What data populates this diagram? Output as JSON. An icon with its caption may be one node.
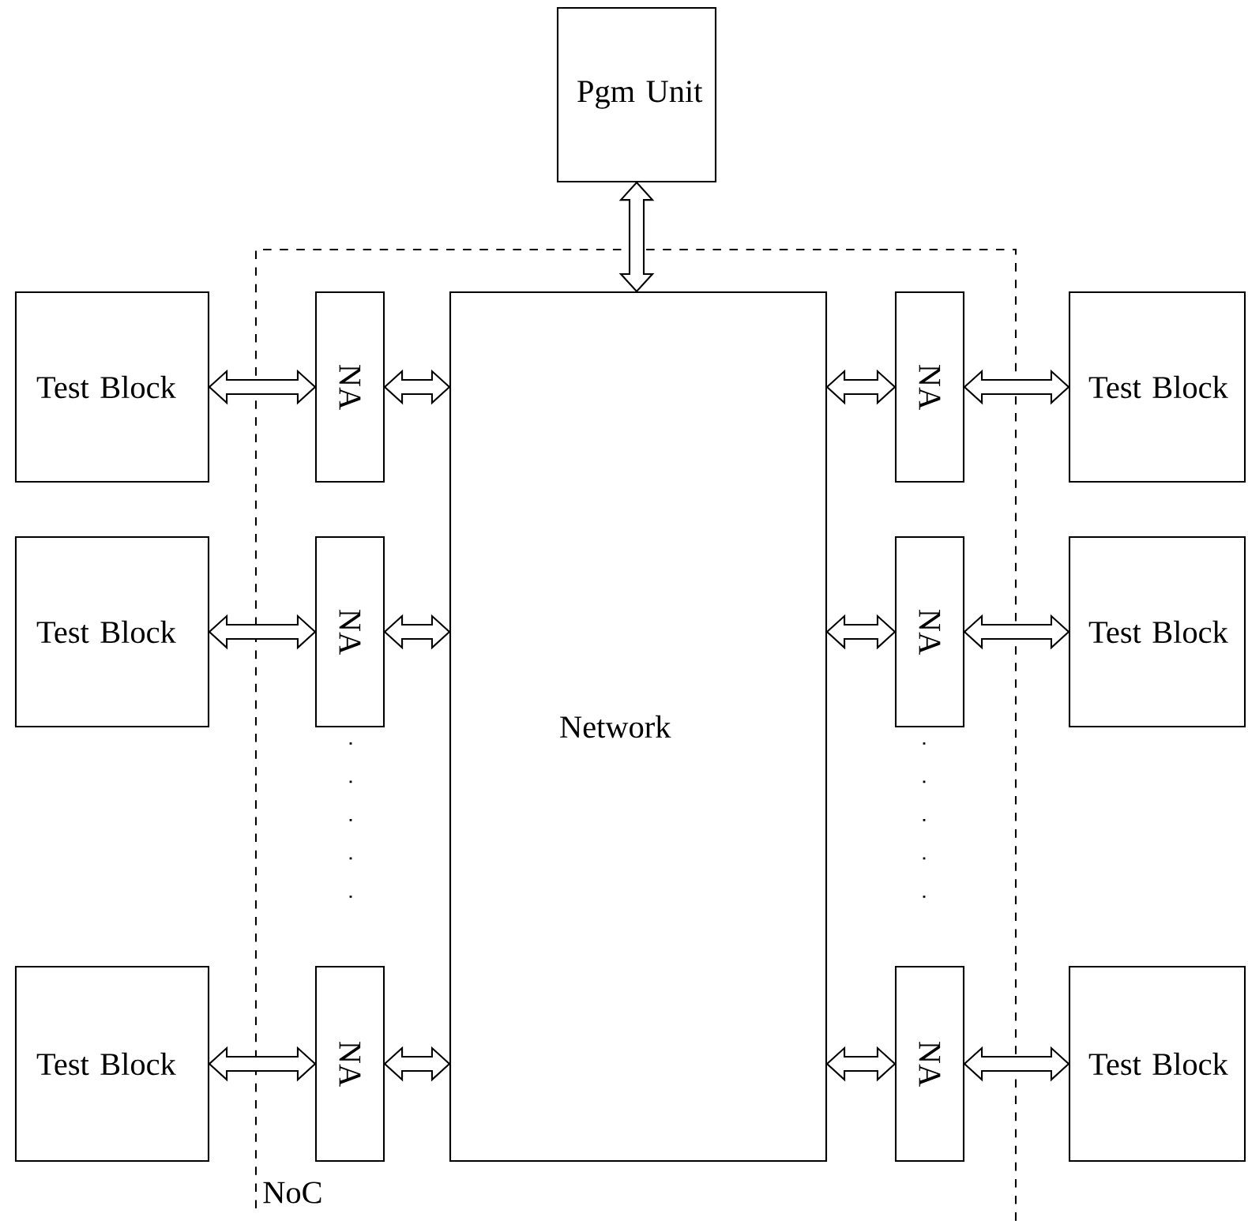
{
  "diagram": {
    "nodes": [
      {
        "text": [
          "Pgm Unit"
        ]
      },
      {
        "text": [
          "NoC"
        ]
      },
      {
        "text": [
          "Test Block"
        ]
      },
      {
        "text": [
          "NA"
        ],
        "in": 1
      },
      {
        "text": [
          "Network"
        ],
        "in": 1
      },
      {
        "text": [
          "NA"
        ],
        "in": 1
      },
      {
        "text": [
          "Test Block"
        ]
      },
      {
        "text": [
          "Test Block"
        ]
      },
      {
        "text": [
          "NA"
        ],
        "in": 1
      },
      {
        "text": [
          "NA"
        ],
        "in": 1
      },
      {
        "text": [
          "Test Block"
        ]
      },
      {
        "text": [
          "Test Block"
        ]
      },
      {
        "text": [
          "NA"
        ],
        "in": 1
      },
      {
        "text": [
          "NA"
        ],
        "in": 1
      },
      {
        "text": [
          "Test Block"
        ]
      }
    ],
    "edges": [
      {
        "from": 0,
        "to": 4,
        "arrow": "both"
      },
      {
        "from": 2,
        "to": 3,
        "arrow": "both"
      },
      {
        "from": 3,
        "to": 4,
        "arrow": "both"
      },
      {
        "from": 4,
        "to": 5,
        "arrow": "both"
      },
      {
        "from": 5,
        "to": 6,
        "arrow": "both"
      },
      {
        "from": 7,
        "to": 8,
        "arrow": "both"
      },
      {
        "from": 8,
        "to": 4,
        "arrow": "both"
      },
      {
        "from": 4,
        "to": 9,
        "arrow": "both"
      },
      {
        "from": 9,
        "to": 10,
        "arrow": "both"
      },
      {
        "from": 11,
        "to": 12,
        "arrow": "both"
      },
      {
        "from": 12,
        "to": 4,
        "arrow": "both"
      },
      {
        "from": 4,
        "to": 13,
        "arrow": "both"
      },
      {
        "from": 13,
        "to": 14,
        "arrow": "both"
      }
    ]
  }
}
